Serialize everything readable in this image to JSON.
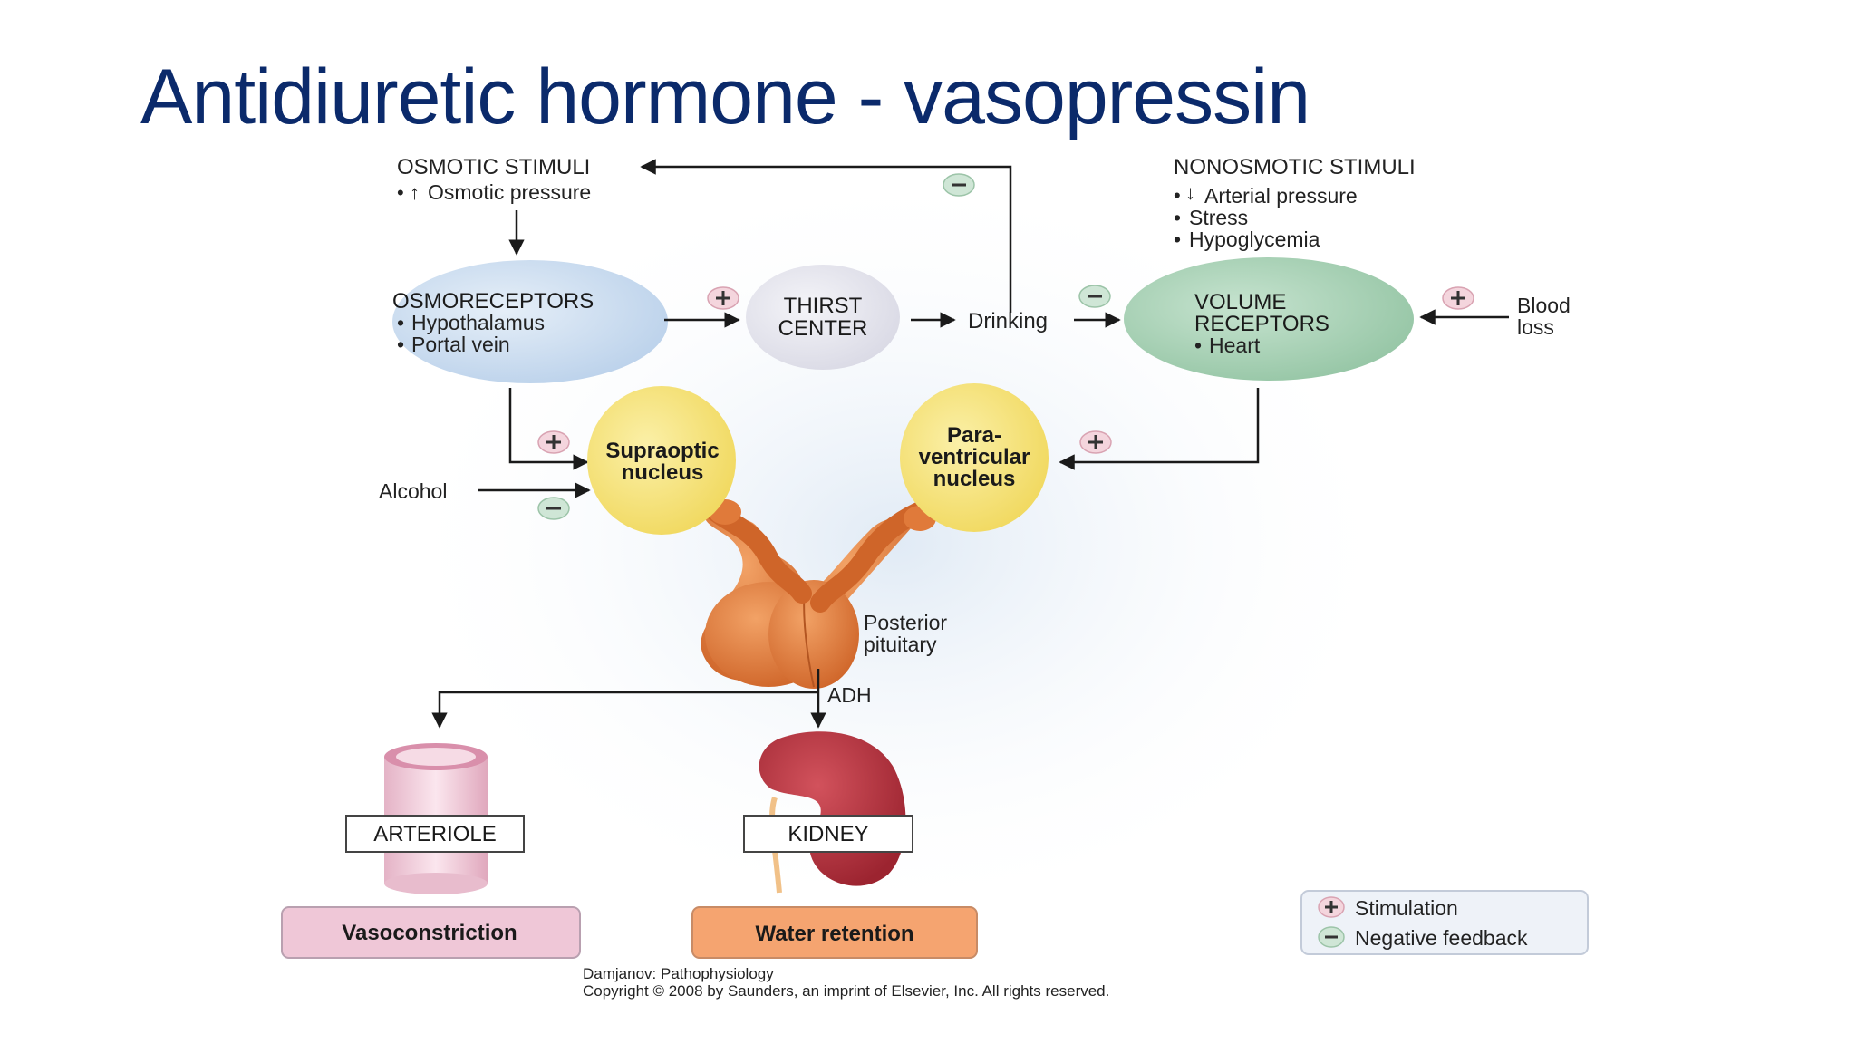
{
  "title": "Antidiuretic hormone - vasopressin",
  "diagram": {
    "osmotic": {
      "heading": "OSMOTIC STIMULI",
      "bullet": "Osmotic pressure"
    },
    "nonosmotic": {
      "heading": "NONOSMOTIC STIMULI",
      "items": [
        "Arterial pressure",
        "Stress",
        "Hypoglycemia"
      ]
    },
    "osmoreceptors": {
      "title": "OSMORECEPTORS",
      "items": [
        "Hypothalamus",
        "Portal vein"
      ]
    },
    "thirst": {
      "line1": "THIRST",
      "line2": "CENTER"
    },
    "drinking": "Drinking",
    "volume": {
      "line1": "VOLUME",
      "line2": "RECEPTORS",
      "item": "Heart"
    },
    "blood_loss": {
      "line1": "Blood",
      "line2": "loss"
    },
    "supraoptic": {
      "line1": "Supraoptic",
      "line2": "nucleus"
    },
    "paraventricular": {
      "line1": "Para-",
      "line2": "ventricular",
      "line3": "nucleus"
    },
    "alcohol": "Alcohol",
    "posterior_pituitary": {
      "line1": "Posterior",
      "line2": "pituitary"
    },
    "adh": "ADH",
    "arteriole": "ARTERIOLE",
    "kidney": "KIDNEY",
    "vasoconstriction": "Vasoconstriction",
    "water_retention": "Water retention",
    "legend": {
      "stimulation": "Stimulation",
      "negative": "Negative feedback"
    },
    "credit": {
      "line1": "Damjanov: Pathophysiology",
      "line2": "Copyright © 2008 by Saunders, an imprint of Elsevier, Inc. All rights reserved."
    },
    "colors": {
      "title": "#0b2a6b",
      "osmoreceptors": "#cfe0f1",
      "thirst": "#e6e6ef",
      "volume": "#a9d3b8",
      "nucleus": "#f7e27a",
      "pituitary": "#e07a3a",
      "kidney": "#b4303a",
      "vasoconstriction": "#efc7d7",
      "water_retention": "#f5a470"
    }
  }
}
